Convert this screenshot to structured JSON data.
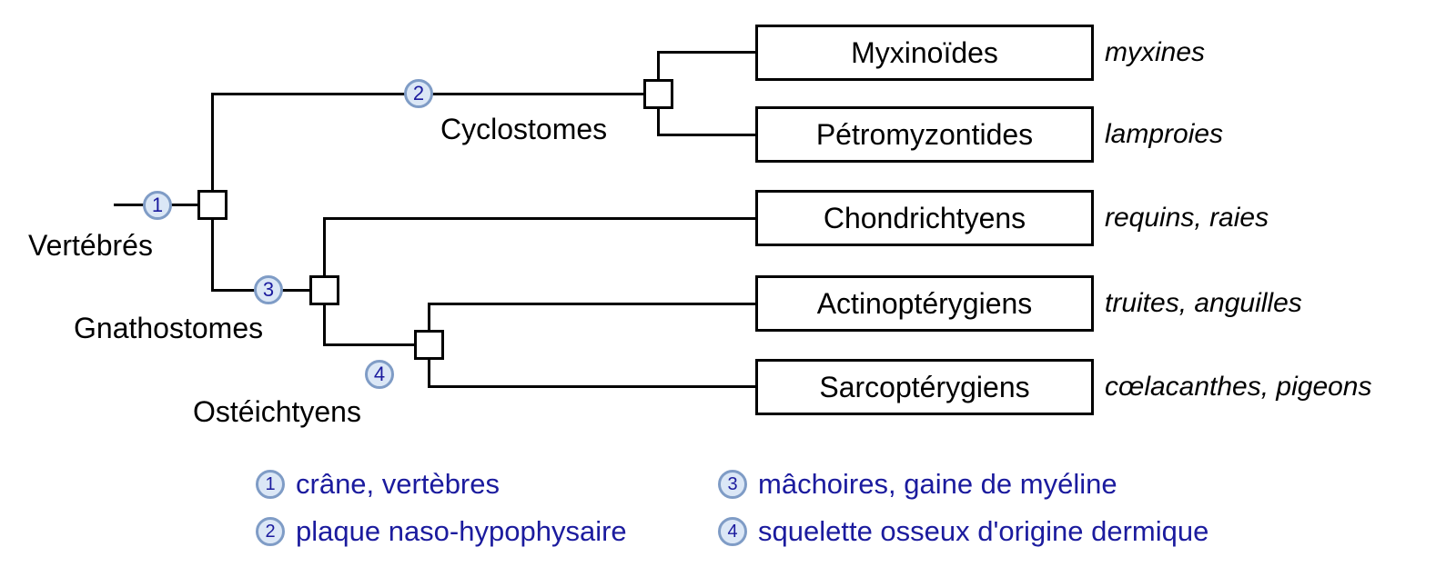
{
  "figure": {
    "type": "cladogram",
    "language": "fr"
  },
  "clades": {
    "vertebres": {
      "label": "Vertébrés"
    },
    "cyclostomes": {
      "label": "Cyclostomes"
    },
    "gnathostomes": {
      "label": "Gnathostomes"
    },
    "osteichtyens": {
      "label": "Ostéichtyens"
    }
  },
  "nodes": [
    "1",
    "2",
    "3",
    "4"
  ],
  "taxa": [
    {
      "name": "Myxinoïdes",
      "examples": "myxines"
    },
    {
      "name": "Pétromyzontides",
      "examples": "lamproies"
    },
    {
      "name": "Chondrichtyens",
      "examples": "requins, raies"
    },
    {
      "name": "Actinoptérygiens",
      "examples": "truites, anguilles"
    },
    {
      "name": "Sarcoptérygiens",
      "examples": "cœlacanthes, pigeons"
    }
  ],
  "legend": {
    "items": [
      {
        "number": "1",
        "text": "crâne, vertèbres"
      },
      {
        "number": "2",
        "text": "plaque naso-hypophysaire"
      },
      {
        "number": "3",
        "text": "mâchoires, gaine de myéline"
      },
      {
        "number": "4",
        "text": "squelette osseux d'origine dermique"
      }
    ]
  },
  "colors": {
    "line": "#000000",
    "node_circle_fill": "#dbe7f6",
    "node_circle_border": "#7f9cc6",
    "annotation_text": "#1b1b9e"
  }
}
